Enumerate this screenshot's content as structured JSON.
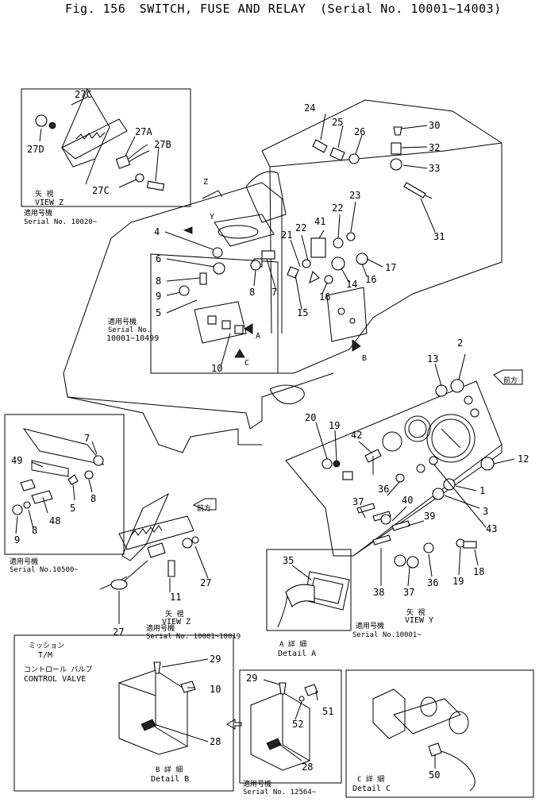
{
  "header": {
    "fig": "Fig. 156",
    "title": "SWITCH, FUSE AND RELAY",
    "serial": "(Serial No. 10001~14003)"
  },
  "callouts": {
    "c1": "1",
    "c2": "2",
    "c3": "3",
    "c4": "4",
    "c5": "5",
    "c6": "6",
    "c7": "7",
    "c8": "8",
    "c9": "9",
    "c10": "10",
    "c11": "11",
    "c12": "12",
    "c13": "13",
    "c14": "14",
    "c15": "15",
    "c16": "16",
    "c17": "17",
    "c18": "18",
    "c19": "19",
    "c20": "20",
    "c21": "21",
    "c22": "22",
    "c23": "23",
    "c24": "24",
    "c25": "25",
    "c26": "26",
    "c27": "27",
    "c27a": "27A",
    "c27b": "27B",
    "c27c": "27C",
    "c27d": "27D",
    "c28": "28",
    "c29": "29",
    "c30": "30",
    "c31": "31",
    "c32": "32",
    "c33": "33",
    "c35": "35",
    "c36": "36",
    "c37": "37",
    "c38": "38",
    "c39": "39",
    "c40": "40",
    "c41": "41",
    "c42": "42",
    "c43": "43",
    "c48": "48",
    "c49": "49",
    "c50": "50",
    "c51": "51",
    "c52": "52"
  },
  "labels": {
    "view_jp": "矢 視",
    "view_z": "VIEW Z",
    "view_y": "VIEW Y",
    "applic_jp": "適用号機",
    "serial_10020": "Serial No. 10020~",
    "serial_10001_10499_a": "Serial No.",
    "serial_10001_10499_b": "10001~10499",
    "serial_10500": "Serial No.10500~",
    "serial_10001_10019": "Serial No. 10001~10019",
    "serial_10001": "Serial No.10001~",
    "serial_12564": "Serial No. 12564~",
    "detail_jp_a": "A 詳 細",
    "detail_a": "Detail A",
    "detail_jp_b": "B 詳 細",
    "detail_b": "Detail B",
    "detail_jp_c": "C 詳 細",
    "detail_c": "Detail C",
    "mission_jp": "ミッション",
    "tm": "T/M",
    "cv_jp": "コントロール バルブ",
    "cv": "CONTROL VALVE",
    "front_jp": "前方",
    "arrow_a": "A",
    "arrow_b": "B",
    "arrow_c": "C",
    "arrow_y": "Y",
    "arrow_z": "Z"
  }
}
